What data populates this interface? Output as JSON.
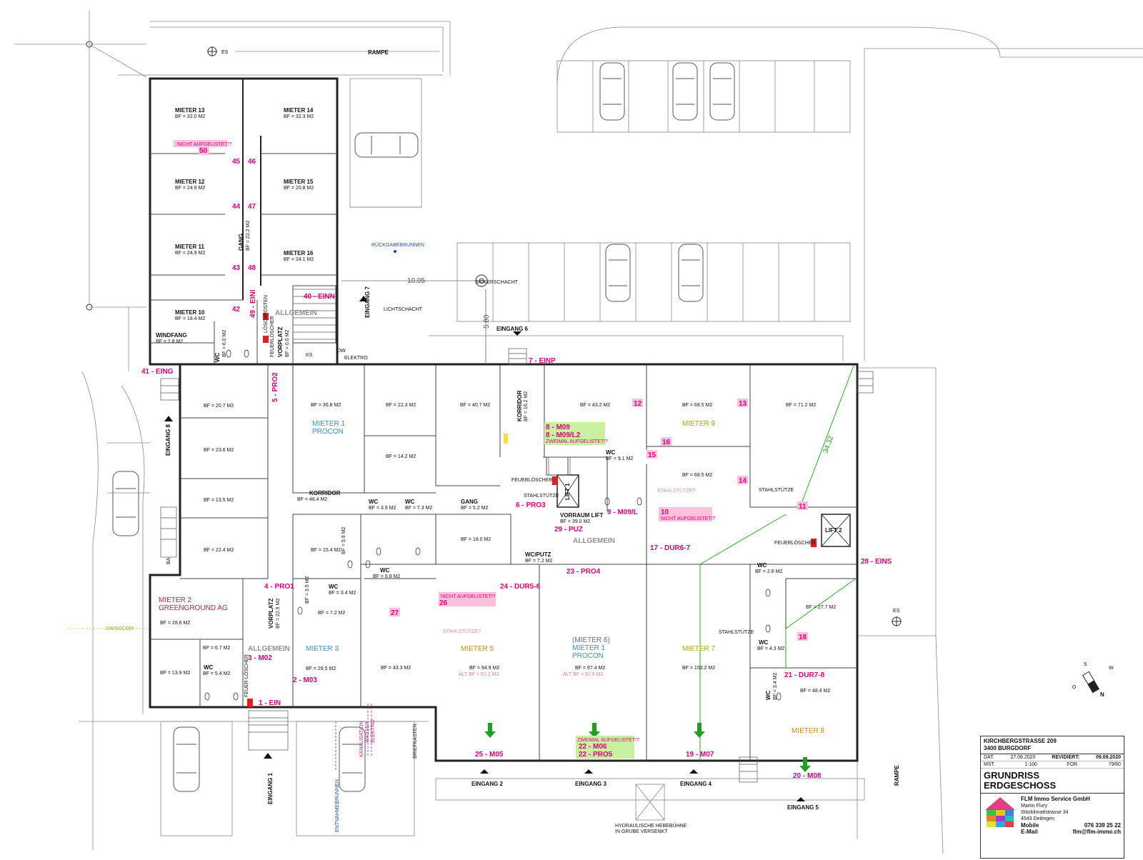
{
  "street_labels": {
    "rampe_top": "RAMPE",
    "rampe_right": "RAMPE",
    "es_top": "ES",
    "es_right": "ES"
  },
  "site_labels": {
    "rueckgabe": "RÜCKGABEBRUNNEN",
    "sickerschacht": "SICKERSCHACHT",
    "lichtschacht": "LICHTSCHACHT",
    "dim_1005": "10.05",
    "dim_580": "5.80",
    "dim_3432": "34.32",
    "swisscom": "SWISSCOM",
    "entnahme": "ENTNAHMEBRUNNEN",
    "kanalisation": "KANALISATION",
    "wasser": "WASSER",
    "elektro_v": "ELEKTRO",
    "briefkasten": "BRIEFKASTEN",
    "hebebuehne_1": "HYDRAULISCHE HEBEBÜHNE",
    "hebebuehne_2": "IN GRUBE VERSENKT",
    "ks": "KS",
    "dw": "DW",
    "elektro": "ELEKTRO",
    "ba": "BA"
  },
  "entrances": [
    {
      "label": "EINGANG 1"
    },
    {
      "label": "EINGANG 2"
    },
    {
      "label": "EINGANG 3"
    },
    {
      "label": "EINGANG 4"
    },
    {
      "label": "EINGANG 5"
    },
    {
      "label": "EINGANG 6"
    },
    {
      "label": "EINGANG 7"
    },
    {
      "label": "EINGANG 8"
    }
  ],
  "rooms": [
    {
      "name": "MIETER 13",
      "area": "BF = 32.0 M2"
    },
    {
      "name": "MIETER 14",
      "area": "BF = 32.3 M2"
    },
    {
      "name": "MIETER 12",
      "area": "BF = 24.9 M2"
    },
    {
      "name": "MIETER 15",
      "area": "BF = 20.8 M2"
    },
    {
      "name": "MIETER 11",
      "area": "BF = 24.9 M2"
    },
    {
      "name": "MIETER 16",
      "area": "BF = 24.1 M2"
    },
    {
      "name": "MIETER 10",
      "area": "BF = 18.4 M2"
    },
    {
      "name": "WINDFANG",
      "area": "BF = 2.8 M2"
    },
    {
      "name": "GANG",
      "area": "BF = 22.2 M2"
    },
    {
      "name": "WC",
      "area": "BF = 6.0 M2"
    },
    {
      "name": "VORPLATZ",
      "area": "BF = 0.0 M2"
    },
    {
      "name": "KORRIDOR",
      "area": "BF = 16.2 M2"
    },
    {
      "name": "KORRIDOR",
      "area": "BF = 48.4 M2"
    },
    {
      "name": "GANG",
      "area": "BF = 5.2 M2"
    },
    {
      "name": "WC",
      "area": "BF = 9.1 M2"
    },
    {
      "name": "WC",
      "area": "BF = 3.9 M2"
    },
    {
      "name": "WC",
      "area": "BF = 7.3 M2"
    },
    {
      "name": "VORRAUM LIFT",
      "area": "BF = 39.0 M2"
    },
    {
      "name": "WC/PUTZ",
      "area": "BF = 7.2 M2"
    },
    {
      "name": "WC",
      "area": "BF = 6.8 M2"
    },
    {
      "name": "WC",
      "area": "BF = 3.4 M2"
    },
    {
      "name": "VORPLATZ",
      "area": "BF = 22.9 M2"
    },
    {
      "name": "WC",
      "area": "BF = 5.4 M2"
    },
    {
      "name": "WC",
      "area": "BF = 2.8 M2"
    },
    {
      "name": "WC",
      "area": "BF = 4.3 M2"
    },
    {
      "name": "WC",
      "area": "BF = 3.4 M2"
    }
  ],
  "areas_plain": {
    "a207": "BF = 20.7 M2",
    "a236": "BF = 23.6 M2",
    "a135": "BF = 13.5 M2",
    "a224": "BF = 22.4 M2",
    "a368": "BF = 36.8 M2",
    "a223": "BF = 22.3 M2",
    "a407": "BF = 40.7 M2",
    "a142": "BF = 14.2 M2",
    "a432": "BF = 43.2 M2",
    "a685a": "BF = 68.5 M2",
    "a712": "BF = 71.2 M2",
    "a685b": "BF = 68.5 M2",
    "a154": "BF = 15.4 M2",
    "a59": "BF = 5.9 M2",
    "a180": "BF = 18.0 M2",
    "a35": "BF = 3.5 M2",
    "a72": "BF = 7.2 M2",
    "a286": "BF = 28.6 M2",
    "a67": "BF = 6.7 M2",
    "a139": "BF = 13.9 M2",
    "a285": "BF = 28.5 M2",
    "a433": "BF = 43.3 M2",
    "a949": "BF = 94.9 M2",
    "alt912": "ALT BF = 91.2 M2",
    "a974": "BF = 97.4 M2",
    "alt979": "ALT BF = 97.9 M2",
    "a1532": "BF = 153.2 M2",
    "a277": "BF = 27.7 M2",
    "a484": "BF = 48.4 M2"
  },
  "tenants": {
    "m1": "MIETER 1",
    "procon": "PROCON",
    "m9": "MIETER 9",
    "m2": "MIETER 2",
    "greenground": "GREENGROUND AG",
    "m3": "MIETER 3",
    "m5": "MIETER 5",
    "m6": "(MIETER 6)",
    "m1b": "MIETER 1",
    "procon2": "PROCON",
    "m7": "MIETER 7",
    "m8": "MIETER 8",
    "allg1": "ALLGEMEIN",
    "allg2": "ALLGEMEIN",
    "allg3": "ALLGEMEIN"
  },
  "markers": {
    "n50": "50",
    "n45": "45",
    "n46": "46",
    "n44": "44",
    "n47": "47",
    "n43": "43",
    "n48": "48",
    "n42": "42",
    "n12": "12",
    "n13": "13",
    "n16": "16",
    "n15": "15",
    "n14": "14",
    "n11": "11",
    "n10": "10",
    "n18": "18",
    "n27": "27",
    "n26": "26",
    "e40": "40 - EINN",
    "e49": "49 - EINI",
    "e41": "41 - EING",
    "e7": "7 - EINP",
    "e5": "5 - PRO2",
    "e6": "6 - PRO3",
    "e8a": "8 - M09",
    "e8b": "8 - M09/L2",
    "e9": "9 - M09/L",
    "e29": "29 - PUZ",
    "e17": "17 - DUR6-7",
    "e23": "23 - PRO4",
    "e28": "28 - EINS",
    "e24": "24 - DUR5-6",
    "e4": "4 - PRO1",
    "e3": "3 - M02",
    "e2": "2 - M03",
    "e1": "1 - EIN",
    "e21": "21 - DUR7-8",
    "e25": "25 - M05",
    "e22a": "22 - M06",
    "e22b": "22 - PRO5",
    "e19": "19 - M07",
    "e20": "20 - M08"
  },
  "notes": {
    "nicht50": "NICHT AUFGELISTET!?",
    "zweimal8": "ZWEIMAL AUFGELISTET!?",
    "nicht10": "NICHT AUFGELISTET!?",
    "nicht26": "NICHT AUFGELISTET!?",
    "zweimal22": "ZWEIMAL AUFGELISTET!?",
    "stahl1": "STAHLSTÜTZE",
    "stahl2": "STAHLSTÜTZE",
    "stahl3": "STAHLSTÜTZE?",
    "stahl4": "STAHLSTÜTZE?",
    "stahl5": "STAHLSTÜTZE",
    "feuer1": "FEUERLÖSCHER",
    "feuer2": "FEUERLÖSCHER",
    "feuer3": "FEUERLÖSCHER",
    "feuer4": "FEUER-LÖSCHER",
    "loesch": "LÖSCHPOSTEN",
    "lift1": "LIFT 1",
    "lift2": "LIFT 2"
  },
  "compass": {
    "s": "S",
    "w": "W",
    "o": "O",
    "n": "N"
  },
  "title_block": {
    "address1": "KIRCHBERGSTRASSE 209",
    "address2": "3400 BURGDORF",
    "dat_label": "DAT.",
    "dat_value": "27.08.2020",
    "rev_label": "REVIDIERT:",
    "rev_value": "09.09.2020",
    "mst_label": "MST.",
    "mst_value": "1:100",
    "for_label": "FOR.",
    "for_value": "79/60",
    "title1": "GRUNDRISS",
    "title2": "ERDGESCHOSS",
    "company": "FLM Immo Service GmbH",
    "person": "Martin Flury",
    "street": "Stöcklimattstrasse 34",
    "city": "4543 Deitingen",
    "mobile_label": "Mobile",
    "mobile": "076 339 25 22",
    "email_label": "E-Mail",
    "email": "flm@flm-immo.ch",
    "logo_text": "FLM Immo Service GmbH"
  },
  "colors": {
    "marker": "#e0007a",
    "note_bg": "#ffc0dc",
    "tenant_blue": "#3a8ec8",
    "tenant_red": "#c8203a",
    "tenant_olive": "#a8a800",
    "tenant_orange": "#c88a20",
    "grey_label": "#909090",
    "arrow_green": "#20a020",
    "dim_green": "#20b020"
  }
}
